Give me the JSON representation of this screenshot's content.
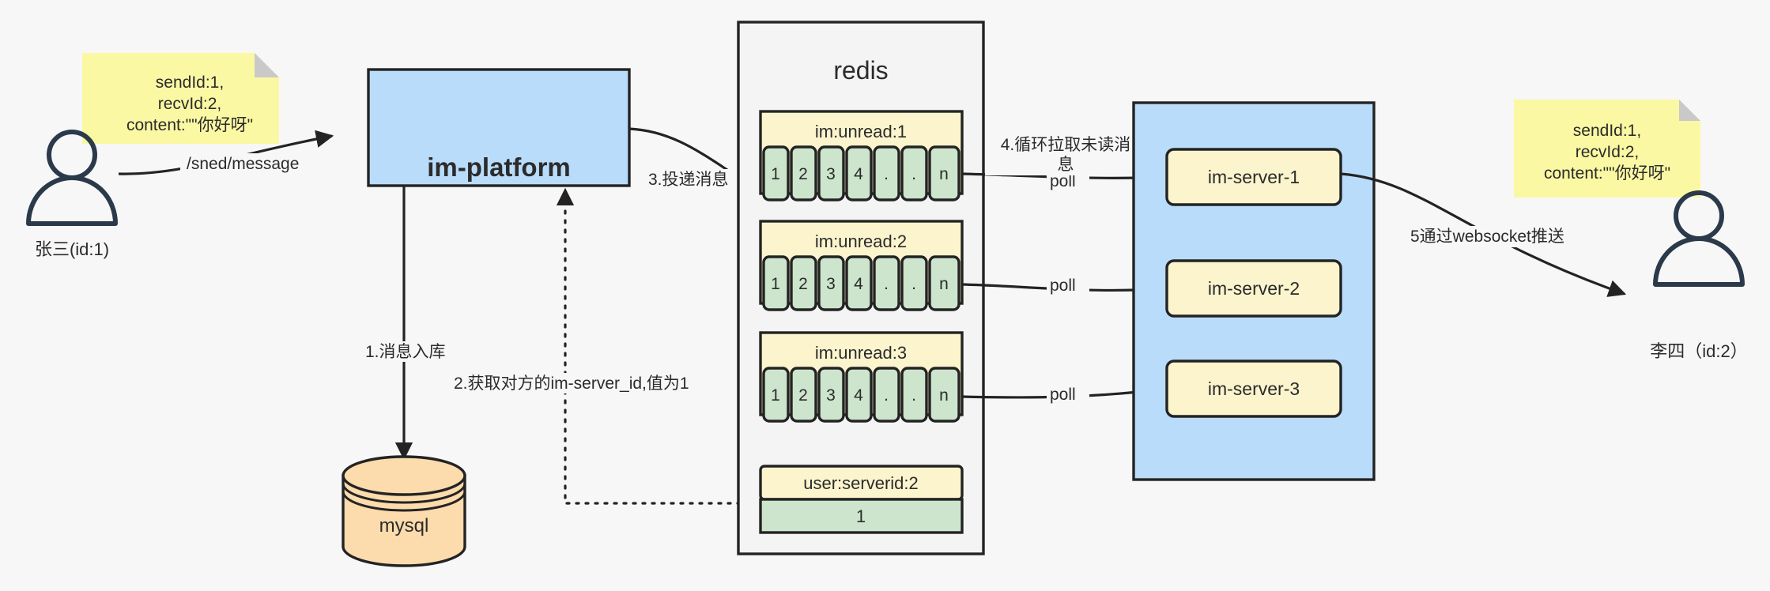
{
  "diagram": {
    "title": "IM message delivery architecture",
    "background": "#f7f7f7",
    "colors": {
      "yellow_fill": "#fcf4cd",
      "green_fill": "#cce5cc",
      "blue_fill": "#b9dcfa",
      "orange_fill": "#fcdbac",
      "note_fill": "#fbf8a3",
      "note_fold": "#c9c9c9",
      "container_fill": "#f4f4f4",
      "stroke": "#232323",
      "actor_stroke": "#2b3a4a",
      "text": "#2b2b2b"
    }
  },
  "actors": {
    "sender": {
      "name": "张三(id:1)",
      "icon": "user-icon"
    },
    "receiver": {
      "name": "李四（id:2）",
      "icon": "user-icon"
    }
  },
  "notes": {
    "left": {
      "lines": [
        "sendId:1,",
        "recvId:2,",
        "content:\"\"你好呀\""
      ]
    },
    "right": {
      "lines": [
        "sendId:1,",
        "recvId:2,",
        "content:\"\"你好呀\""
      ]
    }
  },
  "nodes": {
    "platform": {
      "label": "im-platform"
    },
    "database": {
      "label": "mysql"
    },
    "redis": {
      "label": "redis"
    },
    "server_group": {
      "label": ""
    }
  },
  "redis": {
    "title": "redis",
    "lists": [
      {
        "key": "im:unread:1",
        "cells": [
          "1",
          "2",
          "3",
          "4",
          ".",
          ".",
          "n"
        ]
      },
      {
        "key": "im:unread:2",
        "cells": [
          "1",
          "2",
          "3",
          "4",
          ".",
          ".",
          "n"
        ]
      },
      {
        "key": "im:unread:3",
        "cells": [
          "1",
          "2",
          "3",
          "4",
          ".",
          ".",
          "n"
        ]
      }
    ],
    "kv": {
      "key": "user:serverid:2",
      "value": "1"
    }
  },
  "servers": [
    {
      "label": "im-server-1"
    },
    {
      "label": "im-server-2"
    },
    {
      "label": "im-server-3"
    }
  ],
  "edges": {
    "send_message": "/sned/message",
    "step1": "1.消息入库",
    "step2": "2.获取对方的im-server_id,值为1",
    "step3": "3.投递消息",
    "step4_line1": "4.循环拉取未读消",
    "step4_line2": "息",
    "poll1": "poll",
    "poll2": "poll",
    "poll3": "poll",
    "step5": "5通过websocket推送"
  }
}
